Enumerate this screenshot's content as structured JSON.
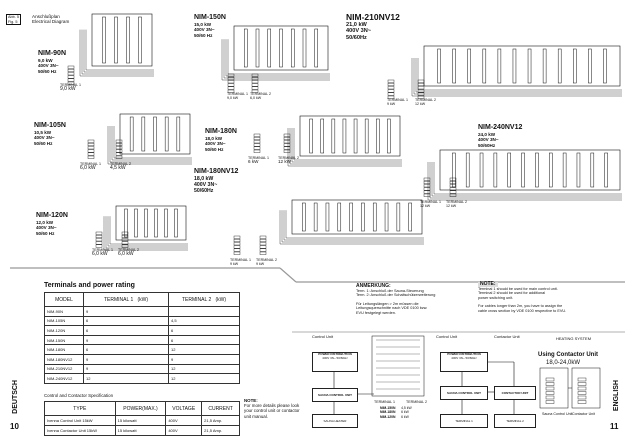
{
  "header": {
    "label1": "Abb. 5",
    "label2": "Fig. 5",
    "title_de": "Anschlußplan",
    "title_en": "Electrical Diagram"
  },
  "models": [
    {
      "name": "NIM-90N",
      "spec": [
        "9,0 kW",
        "400V 3N~",
        "50/60 Hz"
      ],
      "terminals": [
        "TERMINAL 1",
        "9,0 kW"
      ]
    },
    {
      "name": "NIM-150N",
      "spec": [
        "15,0 kW",
        "400V 3N~",
        "50/60 Hz"
      ],
      "terminals": [
        "TERMINAL 1",
        "9,0 kW",
        "TERMINAL 2",
        "6,0 kW"
      ]
    },
    {
      "name": "NIM-210NV12",
      "spec": [
        "21,0 kW",
        "400V 3N~",
        "50/60Hz"
      ],
      "terminals": [
        "TERMINAL 1",
        "9 kW",
        "TERMINAL 2",
        "12 kW"
      ]
    },
    {
      "name": "NIM-105N",
      "spec": [
        "10,5 kW",
        "400V 3N~",
        "50/60 Hz"
      ],
      "terminals": [
        "TERMINAL 1",
        "6,0 kW",
        "TERMINAL 2",
        "4,5 kW"
      ]
    },
    {
      "name": "NIM-180N",
      "spec": [
        "18,0 kW",
        "400V 3N~",
        "50/60 Hz"
      ],
      "terminals": [
        "TERMINAL 1",
        "6 kW",
        "TERMINAL 2",
        "12 kW"
      ]
    },
    {
      "name": "NIM-240NV12",
      "spec": [
        "24,0 kW",
        "400V 3N~",
        "50/60Hz"
      ],
      "terminals": [
        "TERMINAL 1",
        "12 kW",
        "TERMINAL 2",
        "12 kW"
      ]
    },
    {
      "name": "NIM-180NV12",
      "spec": [
        "18,0 kW",
        "400V 3N~",
        "50/60Hz"
      ],
      "terminals": [
        "TERMINAL 1",
        "9 kW",
        "TERMINAL 2",
        "9 kW"
      ]
    },
    {
      "name": "NIM-120N",
      "spec": [
        "12,0 kW",
        "400V 3N~",
        "50/60 Hz"
      ],
      "terminals": [
        "TERMINAL 1",
        "6,0 kW",
        "TERMINAL 2",
        "6,0 kW"
      ]
    }
  ],
  "rating": {
    "title": "Terminals and power rating",
    "headers": [
      "MODEL",
      "TERMINAL 1",
      "(kW)",
      "TERMINAL 2",
      "(kW)"
    ],
    "rows": [
      [
        "NIM-90N",
        "9",
        ""
      ],
      [
        "NIM-105N",
        "6",
        "4,5"
      ],
      [
        "NIM-120N",
        "6",
        "6"
      ],
      [
        "NIM-150N",
        "9",
        "6"
      ],
      [
        "NIM-180N",
        "6",
        "12"
      ],
      [
        "NIM-180NV12",
        "9",
        "9"
      ],
      [
        "NIM-210NV12",
        "9",
        "12"
      ],
      [
        "NIM-240NV12",
        "12",
        "12"
      ]
    ]
  },
  "spec_table": {
    "title": "Control and Contactor Specification",
    "headers": [
      "TYPE",
      "POWER(MAX.)",
      "VOLTAGE",
      "CURRENT"
    ],
    "rows": [
      [
        "Ivenna Control Unit 15kW",
        "15 kilowatt",
        "400V",
        "21,5 Amp."
      ],
      [
        "Ivenna Contactor Unit 15kW",
        "15 kilowatt",
        "400V",
        "21,5 Amp."
      ]
    ]
  },
  "note_left": {
    "title": "NOTE:",
    "text": [
      "For more details please look",
      "your control unit or contactor",
      "unit manual."
    ]
  },
  "anmerkung": {
    "title": "ANMERKUNG:",
    "lines": [
      "Term. 1: Anschluß der Sauna-Steuerung",
      "Term. 2: Anschluß der Schaltschützerweiterung",
      "",
      "Für Leitungslängen > 2m müssen die",
      "Leitungsquerschnitte nach VDE 0100 bzw.",
      "EVU festgelegt werden."
    ]
  },
  "note_right": {
    "title": "NOTE:",
    "lines": [
      "Terminal 1 should be used for main control unit.",
      "Terminal 2 should be used for additional",
      "power switching unit.",
      "",
      "For cables longer than 2m, you have to assign the",
      "cable cross section by VDE 0100 respective to EVU."
    ]
  },
  "wiring_left": {
    "control_unit": "Control Unit",
    "power_distribution": "POWER DISTRIBUTION",
    "voltage": "400V 3N~ 50/60Hz",
    "sauna_control_unit": "SAUNA CONTROL UNIT",
    "terminal1": "TERMINAL 1",
    "terminal2": "TERMINAL 2",
    "mini_models": [
      [
        "NIM-150N",
        "4,5 kW"
      ],
      [
        "NIM-180N",
        "6 kW"
      ],
      [
        "NIM-120N",
        "6 kW"
      ]
    ],
    "sauna_heater": "SAUNA HEATER"
  },
  "wiring_right": {
    "control_unit": "Control Unit",
    "contactor_unit": "Contactor Unit",
    "heating_system": "HEATING SYSTEM",
    "power_distribution": "POWER DISTRIBUTION",
    "voltage": "400V 3N~ 50/60Hz",
    "sauna_control_unit": "SAUNA CONTROL UNIT",
    "contactor_unit_box": "CONTACTOR UNIT",
    "terminal1": "TERMINAL 1",
    "terminal2": "TERMINAL 2",
    "using_title": "Using Contactor Unit",
    "range": "18,0-24,0kW",
    "box1": "Sauna Control Unit",
    "box2": "Contactor Unit"
  },
  "footer": {
    "page_left": "10",
    "lang_left": "DEUTSCH",
    "page_right": "11",
    "lang_right": "ENGLISH"
  },
  "colors": {
    "ink": "#111111",
    "grid": "#888888",
    "page": "#ffffff"
  }
}
